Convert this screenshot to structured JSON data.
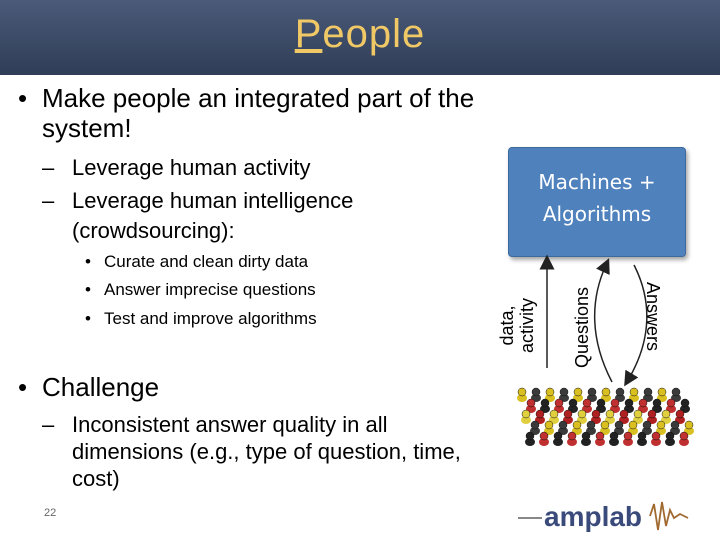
{
  "slide": {
    "title_first": "P",
    "title_rest": "eople",
    "bullet_main": "Make people an integrated part of the system!",
    "sub1": "Leverage human activity",
    "sub2_a": "Leverage human intelligence",
    "sub2_b": "(crowdsourcing):",
    "subsub": [
      "Curate and clean dirty data",
      "Answer imprecise questions",
      "Test and improve algorithms"
    ],
    "challenge": "Challenge",
    "challenge_sub": "Inconsistent answer quality in all dimensions (e.g., type of question, time, cost)",
    "page_number": "22"
  },
  "diagram": {
    "box_line1": "Machines +",
    "box_line2": "Algorithms",
    "data_line1": "data,",
    "data_line2": "activity",
    "questions": "Questions",
    "answers": "Answers",
    "box_color": "#4f81bd"
  },
  "logo": {
    "text": "amplab"
  },
  "symbols": {
    "bullet": "•",
    "dash": "–"
  }
}
